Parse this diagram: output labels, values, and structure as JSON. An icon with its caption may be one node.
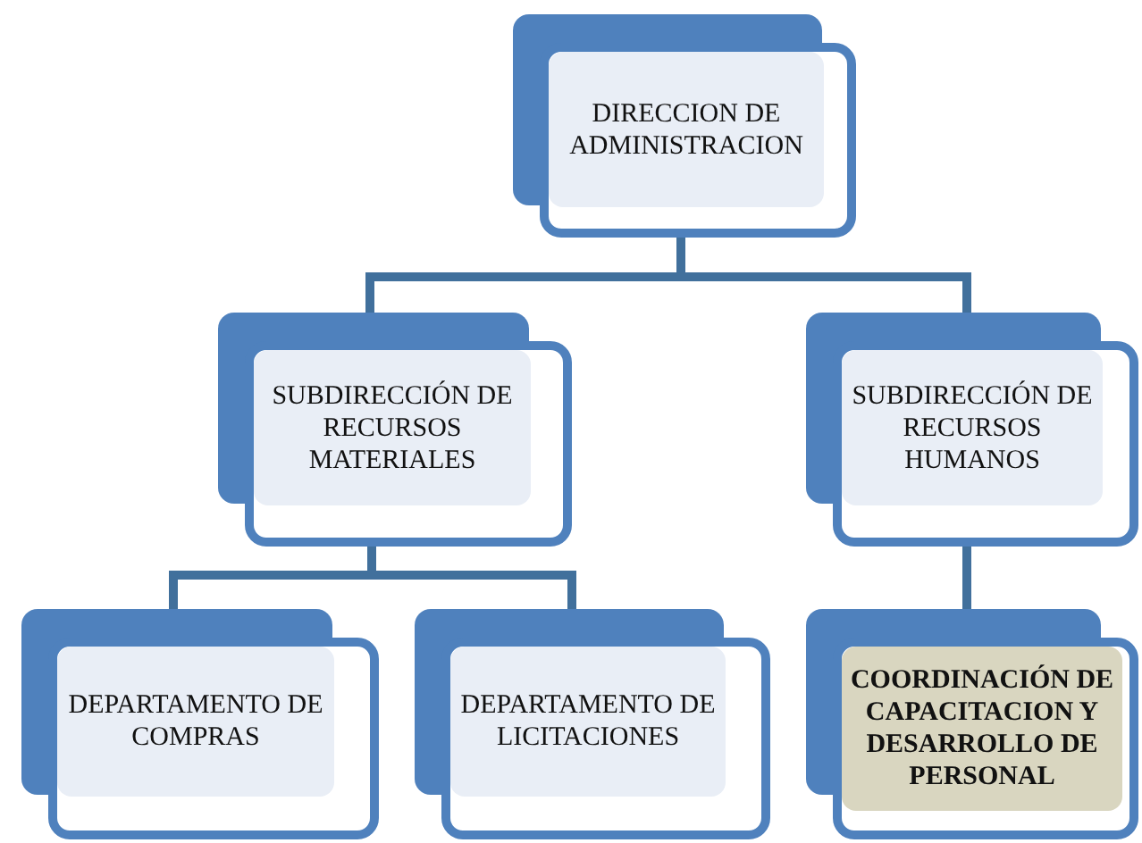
{
  "diagram": {
    "nodes": [
      {
        "text": [
          "DIRECCION DE ADMINISTRACION"
        ]
      },
      {
        "text": [
          "SUBDIRECCIÓN DE RECURSOS MATERIALES"
        ]
      },
      {
        "text": [
          "SUBDIRECCIÓN DE RECURSOS HUMANOS"
        ]
      },
      {
        "text": [
          "DEPARTAMENTO DE COMPRAS"
        ]
      },
      {
        "text": [
          "DEPARTAMENTO DE LICITACIONES"
        ]
      },
      {
        "text": [
          "COORDINACIÓN DE CAPACITACION Y DESARROLLO DE PERSONAL"
        ]
      }
    ],
    "edges": [
      {
        "from": 0,
        "to": 1,
        "arrow": "none"
      },
      {
        "from": 0,
        "to": 2,
        "arrow": "none"
      },
      {
        "from": 1,
        "to": 3,
        "arrow": "none"
      },
      {
        "from": 1,
        "to": 4,
        "arrow": "none"
      },
      {
        "from": 2,
        "to": 5,
        "arrow": "none"
      }
    ]
  }
}
